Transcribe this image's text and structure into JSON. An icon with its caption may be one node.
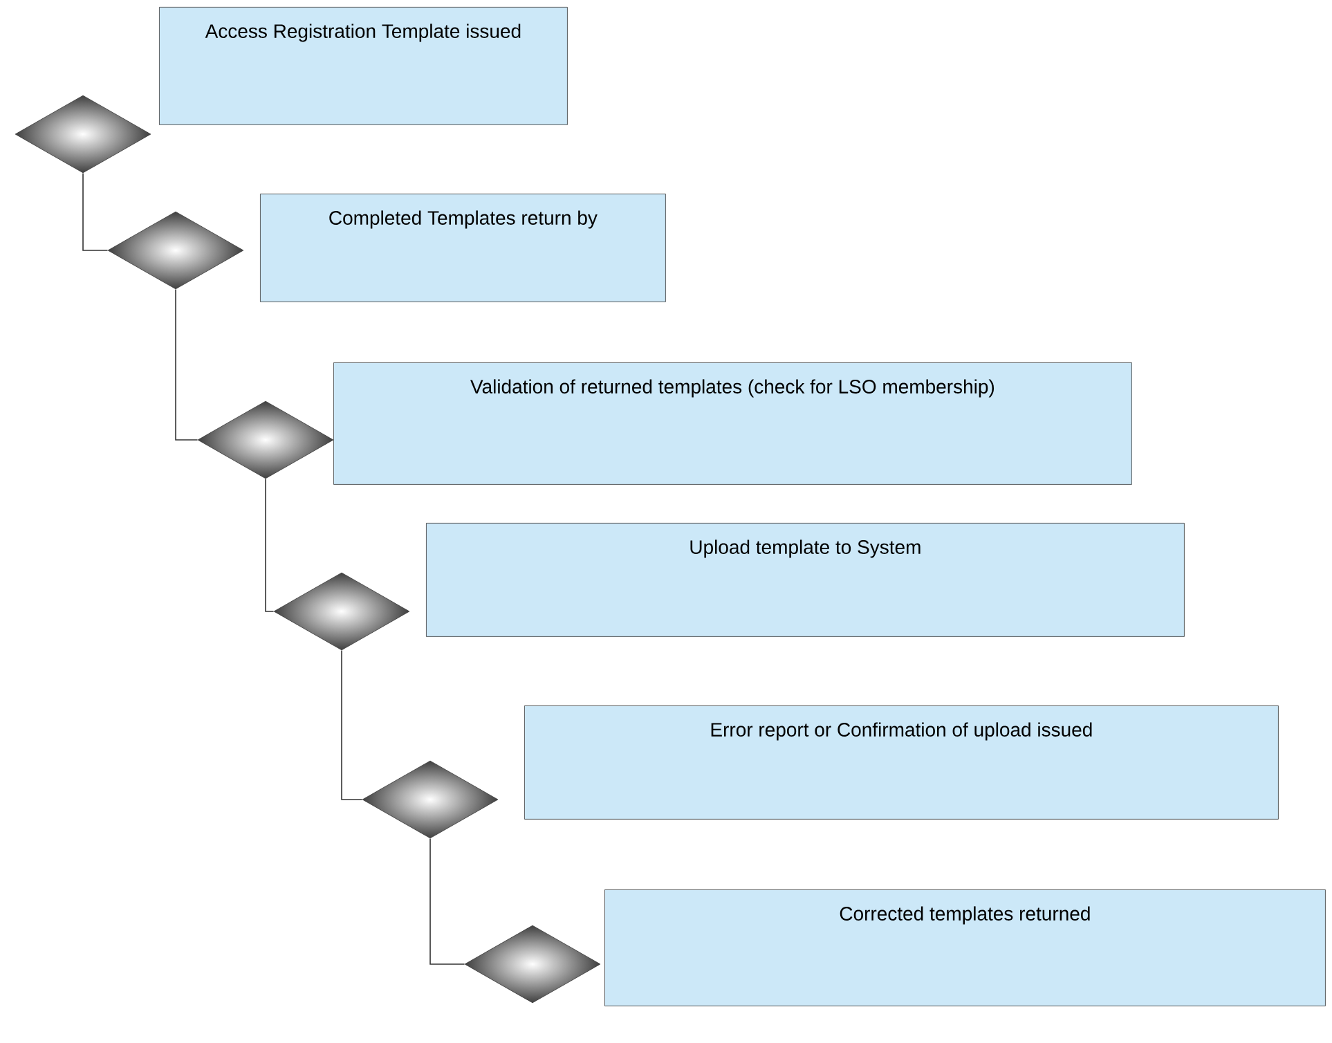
{
  "diagram": {
    "nodes": [
      {
        "text": [],
        "shape": "diamond"
      },
      {
        "text": [
          "Access Registration Template issued"
        ]
      },
      {
        "text": [],
        "shape": "diamond"
      },
      {
        "text": [
          "Completed Templates return by"
        ]
      },
      {
        "text": [],
        "shape": "diamond"
      },
      {
        "text": [
          "Validation of returned templates (check for LSO membership)"
        ]
      },
      {
        "text": [],
        "shape": "diamond"
      },
      {
        "text": [
          "Upload template to System"
        ]
      },
      {
        "text": [],
        "shape": "diamond"
      },
      {
        "text": [
          "Error report or Confirmation of upload issued"
        ]
      },
      {
        "text": [],
        "shape": "diamond"
      },
      {
        "text": [
          "Corrected templates returned"
        ]
      }
    ],
    "edges": [
      {
        "from": 0,
        "to": 2,
        "arrow": "none"
      },
      {
        "from": 2,
        "to": 4,
        "arrow": "none"
      },
      {
        "from": 4,
        "to": 6,
        "arrow": "none"
      },
      {
        "from": 6,
        "to": 8,
        "arrow": "none"
      },
      {
        "from": 8,
        "to": 10,
        "arrow": "none"
      }
    ]
  }
}
